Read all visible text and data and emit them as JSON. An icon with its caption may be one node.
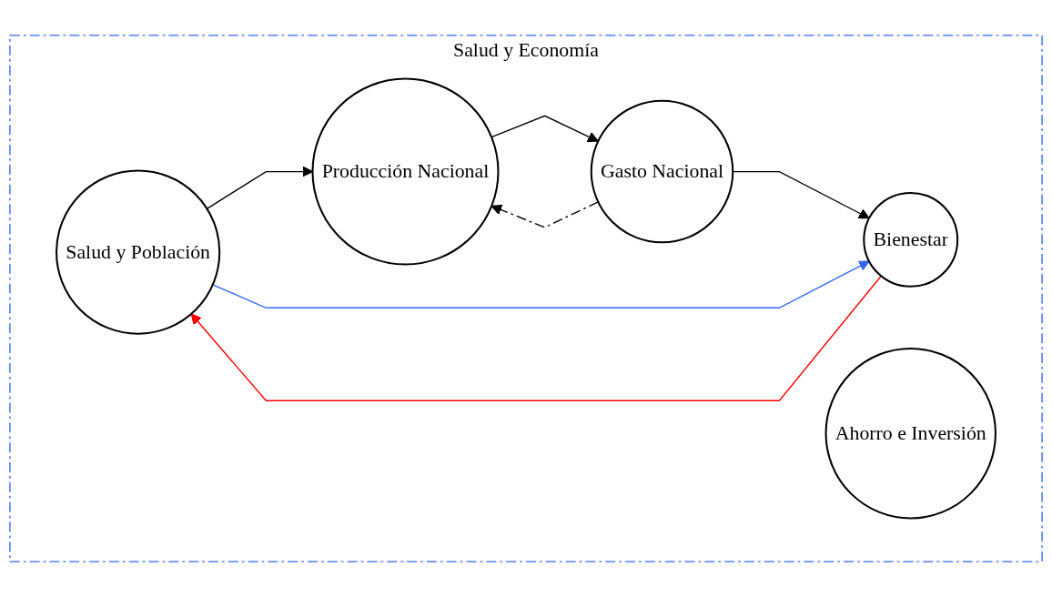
{
  "diagram": {
    "nodes": [
      {
        "text": [
          "Salud y Economía"
        ]
      },
      {
        "text": [
          "Salud y Población"
        ],
        "in": 0
      },
      {
        "text": [
          "Producción Nacional"
        ],
        "in": 0
      },
      {
        "text": [
          "Gasto Nacional"
        ],
        "in": 0
      },
      {
        "text": [
          "Bienestar"
        ],
        "in": 0
      },
      {
        "text": [
          "Ahorro e Inversión"
        ],
        "in": 0
      }
    ],
    "edges": [
      {
        "from": 1,
        "to": 2,
        "arrow": "to"
      },
      {
        "from": 2,
        "to": 3,
        "arrow": "to"
      },
      {
        "from": 3,
        "to": 4,
        "arrow": "to"
      },
      {
        "from": 1,
        "to": 4,
        "arrow": "to",
        "color": "#3366ff"
      },
      {
        "from": 4,
        "to": 1,
        "arrow": "to",
        "color": "#ff0000"
      },
      {
        "from": 3,
        "to": 2,
        "arrow": "to",
        "style": "dashed"
      }
    ]
  }
}
